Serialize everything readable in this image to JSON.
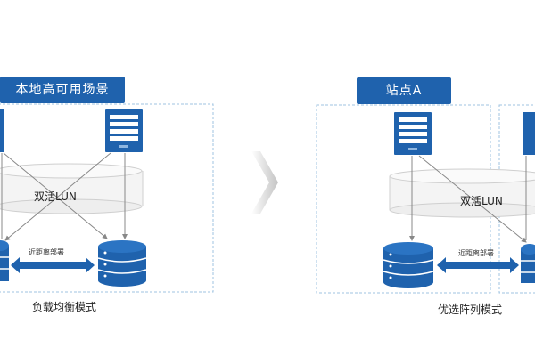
{
  "left_panel": {
    "title": "本地高可用场景",
    "lun_label": "双活LUN",
    "link_label": "近距离部署",
    "caption": "负载均衡模式"
  },
  "right_panel": {
    "site_label": "站点A",
    "lun_label": "双活LUN",
    "link_label": "近距离部署",
    "caption": "优选阵列模式"
  },
  "colors": {
    "primary_blue": "#1f62ad",
    "dashed_border": "#9fc3e0",
    "arrow_gray": "#cfcfcf"
  },
  "icons": [
    "server-icon",
    "disk-array-icon",
    "double-arrow-icon",
    "chevron-right-icon"
  ]
}
